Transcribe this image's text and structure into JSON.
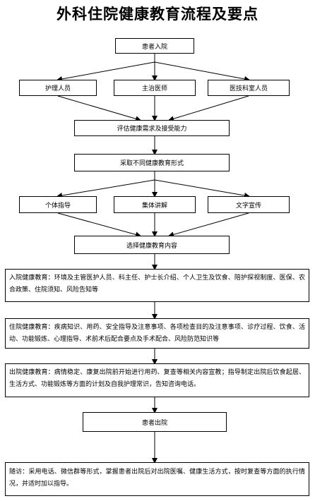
{
  "title": "外科住院健康教育流程及要点",
  "nodes": {
    "admission": "患者入院",
    "nurse": "护理人员",
    "doctor": "主治医师",
    "tech": "医技科室人员",
    "assess": "评估健康需求及接受能力",
    "forms": "采取不同健康教育形式",
    "individual": "个体指导",
    "group": "集体讲解",
    "written": "文字宣传",
    "content": "选择健康教育内容",
    "admission_edu": "入院健康教育：环境及主管医护人员、科主任、护士长介绍、个人卫生及饮食、陪护探视制度、医保、农合政策、住院须知、风险告知等",
    "inpatient_edu": "住院健康教育：疾病知识、用药、安全指导及注意事项、各项检查目的及注意事项、诊疗过程、饮食、活动、功能锻炼、心理指导、术前术后配合要点及手术配合、风险防范知识等",
    "discharge_edu": "出院健康教育：病情稳定、康复出院前开始进行用药、复查等相关内容宣教；指导制定出院后饮食起居、生活方式、功能锻炼等方面的计划及自我护理常识，告知咨询电话。",
    "discharge": "患者出院",
    "followup": "随访：采用电话、微信群等形式，掌握患者出院后对出院医嘱、健康生活方式，按时复查等方面的执行情况，并适时加以指导。"
  }
}
